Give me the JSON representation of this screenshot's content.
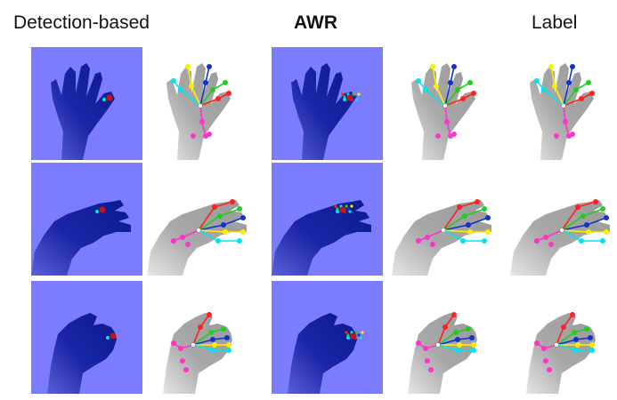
{
  "columns": [
    {
      "key": "det_depth",
      "title": "Detection-based",
      "bold": false
    },
    {
      "key": "det_pose",
      "title": "",
      "bold": false
    },
    {
      "key": "awr_depth",
      "title": "AWR",
      "bold": true
    },
    {
      "key": "awr_pose",
      "title": "",
      "bold": false
    },
    {
      "key": "label_pose",
      "title": "Label",
      "bold": false
    }
  ],
  "rows": [
    "row-1",
    "row-2",
    "row-3"
  ],
  "colors": {
    "depth_background": "#7b7cff",
    "hand_depth": "#0b1a8c",
    "hand_gray": "#9a9a9a",
    "thumb": "#ff33cc",
    "index": "#ff2020",
    "middle": "#22cc22",
    "ring": "#1133cc",
    "pinky": "#ffee00",
    "wrist": "#00e5ee"
  }
}
